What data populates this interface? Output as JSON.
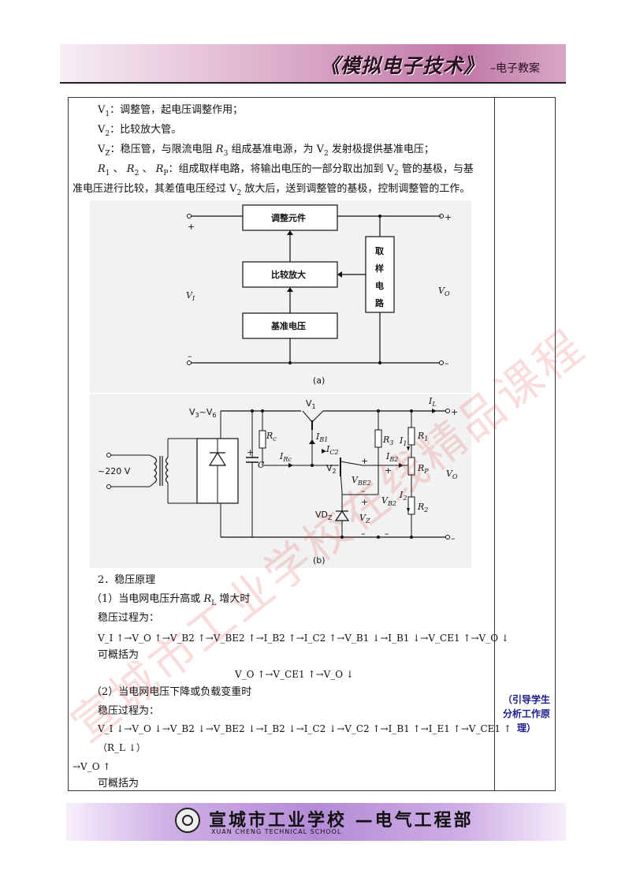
{
  "header": {
    "title": "《模拟电子技术》",
    "subtitle": "–电子教案"
  },
  "body": {
    "p1_label": "V",
    "p1_sub": "1",
    "p1_text": "：调整管，起电压调整作用；",
    "p2_label": "V",
    "p2_sub": "2",
    "p2_text": "：比较放大管。",
    "p3_label": "V",
    "p3_sub": "Z",
    "p3_text_a": "：稳压管，与限流电阻 ",
    "p3_r": "R",
    "p3_r_sub": "3",
    "p3_text_b": " 组成基准电源，为 V",
    "p3_v_sub": "2",
    "p3_text_c": " 发射极提供基准电压；",
    "p4_r1": "R",
    "p4_r1_sub": "1",
    "p4_r2": "R",
    "p4_r2_sub": "2",
    "p4_rp": "R",
    "p4_rp_sub": "P",
    "p4_sep": " 、 ",
    "p4_text_a": "：组成取样电路，将输出电压的一部分取出加到 V",
    "p4_v_sub": "2",
    "p4_text_b": " 管的基极，与基",
    "p5_text_a": "准电压进行比较，其差值电压经过 V",
    "p5_v_sub": "2",
    "p5_text_b": " 放大后，送到调整管的基极，控制调整管的工作。",
    "sec2": "2．稳压原理",
    "case1_a": "（1）当电网电压升高或 ",
    "case1_r": "R",
    "case1_r_sub": "L",
    "case1_b": " 增大时",
    "process1": "稳压过程为：",
    "chain1": "V_I ↑→V_O ↑→V_B2 ↑→V_BE2 ↑→I_B2 ↑→I_C2 ↑→V_B1 ↓→I_B1 ↓→V_CE1 ↑→V_O ↓",
    "summary1": "可概括为",
    "short1": "V_O ↑→V_CE1 ↑→V_O ↓",
    "case2": "（2）当电网电压下降或负载变重时",
    "process2": "稳压过程为：",
    "chain2": "V_I ↓→V_O ↓→V_B2 ↓→V_BE2 ↓→I_B2 ↓→I_C2 ↓→V_C2 ↑→I_B1 ↑→I_E1 ↑→V_CE1 ↑",
    "chain2_paren": "（R_L ↓）",
    "chain2_tail": "→V_O ↑",
    "summary2": "可概括为"
  },
  "side_note": "（引导学生分析工作原理）",
  "diagram_a": {
    "box_adjust": "调整元件",
    "box_compare": "比较放大",
    "box_ref": "基准电压",
    "box_sample": [
      "取",
      "样",
      "电",
      "路"
    ],
    "vi": "V",
    "vi_sub": "I",
    "vo": "V",
    "vo_sub": "O",
    "plus": "+",
    "minus": "–",
    "caption": "(a)"
  },
  "diagram_b": {
    "v36": "V",
    "v36_sub_a": "3",
    "v36_tilde": "~V",
    "v36_sub_b": "6",
    "v1": "V",
    "v1_sub": "1",
    "v2": "V",
    "v2_sub": "2",
    "ac": "~220 V",
    "rc": "R",
    "rc_sub": "c",
    "c": "C",
    "irc": "I",
    "irc_sub": "Rc",
    "ib1": "I",
    "ib1_sub": "B1",
    "ic2": "I",
    "ic2_sub": "C2",
    "r3": "R",
    "r3_sub": "3",
    "i1": "I",
    "i1_sub": "1",
    "r1": "R",
    "r1_sub": "1",
    "il": "I",
    "il_sub": "L",
    "ib2": "I",
    "ib2_sub": "B2",
    "rp": "R",
    "rp_sub": "P",
    "vo": "V",
    "vo_sub": "O",
    "vbe2": "V",
    "vbe2_sub": "BE2",
    "vb2": "V",
    "vb2_sub": "B2",
    "i2": "I",
    "i2_sub": "2",
    "r2": "R",
    "r2_sub": "2",
    "vdz": "VD",
    "vdz_sub": "Z",
    "vz": "V",
    "vz_sub": "Z",
    "plus": "+",
    "minus": "–",
    "caption": "(b)"
  },
  "footer": {
    "title": "宣城市工业学校 —电气工程部",
    "subtitle": "XUAN CHENG TECHNICAL SCHOOL"
  },
  "watermark": "宣城市工业学校在线精品课程"
}
